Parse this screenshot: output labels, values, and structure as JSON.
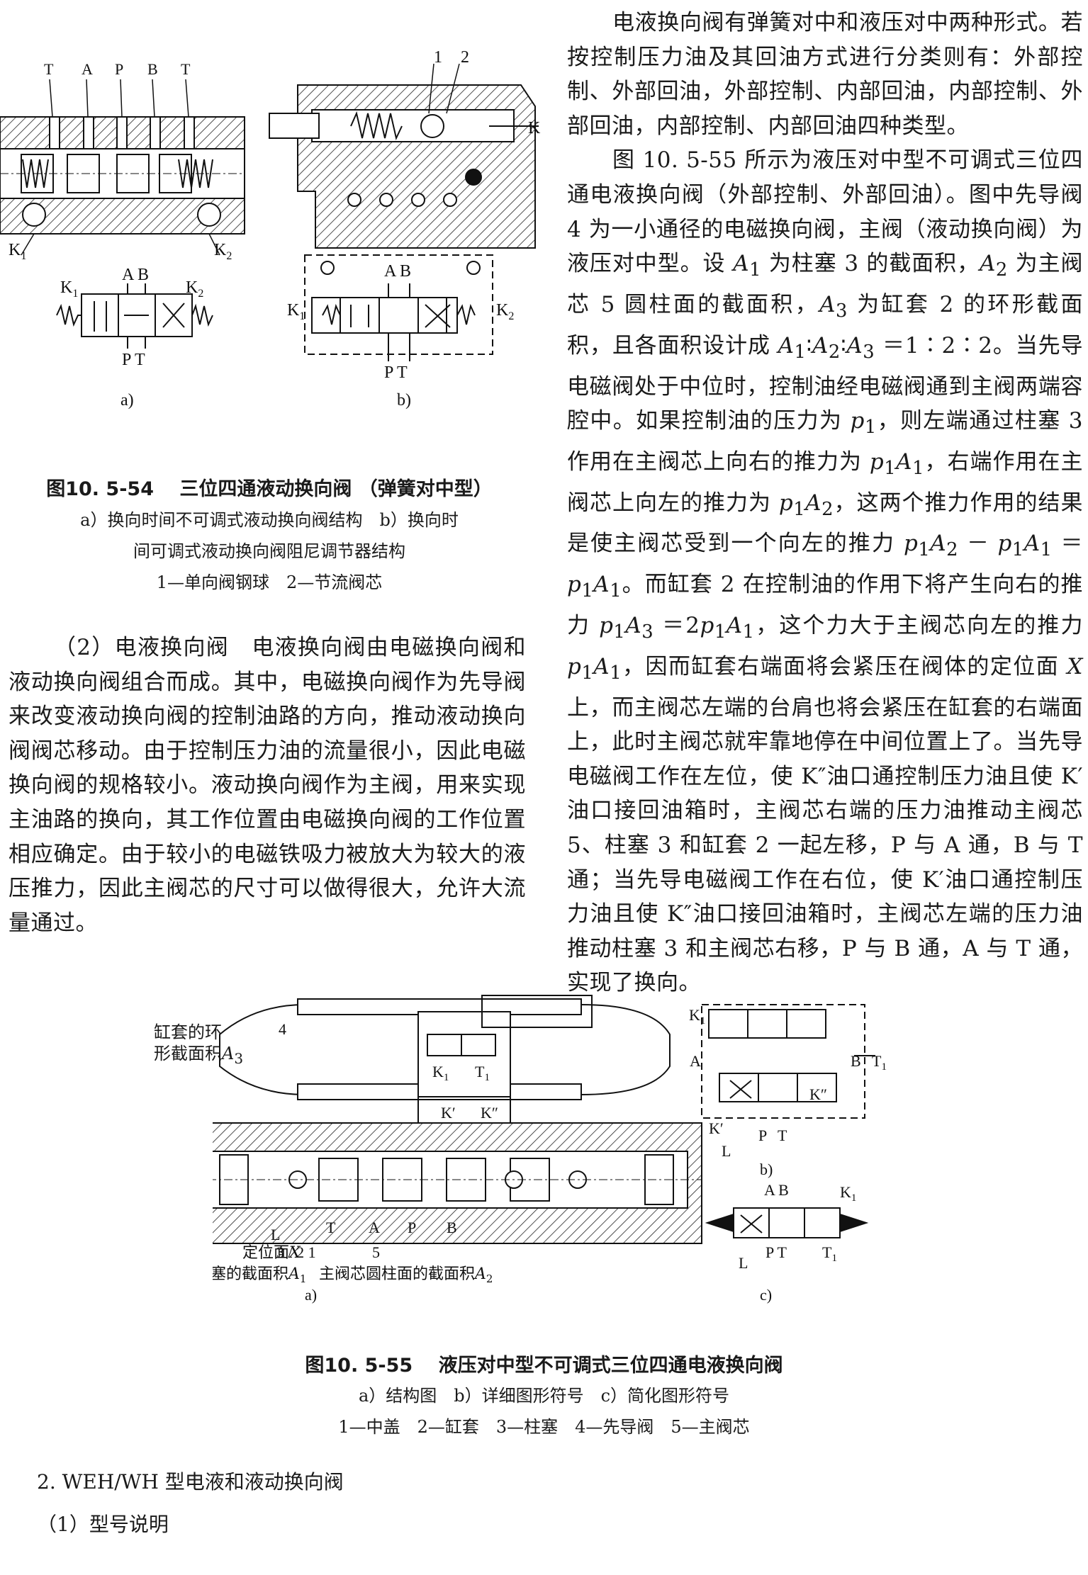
{
  "fig54": {
    "letters_top": [
      "T",
      "A",
      "P",
      "B",
      "T"
    ],
    "k1": "K",
    "k1_sub": "1",
    "k2": "K",
    "k2_sub": "2",
    "sym_ab": "A B",
    "sym_pt": "P T",
    "num1": "1",
    "num2": "2",
    "k_port": "K",
    "sub_a": "a)",
    "sub_b": "b)",
    "caption_title": "图10. 5-54　 三位四通液动换向阀 （弹簧对中型）",
    "caption_lines": [
      "a）换向时间不可调式液动换向阀结构　b）换向时",
      "间可调式液动换向阀阻尼调节器结构",
      "1—单向阀钢球　2—节流阀芯"
    ]
  },
  "right_column_html": [
    "电液换向阀有弹簧对中和液压对中两种形式。若按控制压力油及其回油方式进行分类则有：外部控制、外部回油，外部控制、内部回油，内部控制、外部回油，内部控制、内部回油四种类型。",
    "图 10. 5-55 所示为液压对中型不可调式三位四通电液换向阀（外部控制、外部回油）。图中先导阀 4 为一小通径的电磁换向阀，主阀（液动换向阀）为液压对中型。设 <i>A</i><sub>1</sub> 为柱塞 3 的截面积，<i>A</i><sub>2</sub> 为主阀芯 5 圆柱面的截面积，<i>A</i><sub>3</sub> 为缸套 2 的环形截面积，且各面积设计成 <i>A</i><sub>1</sub>∶<i>A</i><sub>2</sub>∶<i>A</i><sub>3</sub> ＝1∶2∶2。当先导电磁阀处于中位时，控制油经电磁阀通到主阀两端容腔中。如果控制油的压力为 <i>p</i><sub>1</sub>，则左端通过柱塞 3 作用在主阀芯上向右的推力为 <i>p</i><sub>1</sub><i>A</i><sub>1</sub>，右端作用在主阀芯上向左的推力为 <i>p</i><sub>1</sub><i>A</i><sub>2</sub>，这两个推力作用的结果是使主阀芯受到一个向左的推力 <i>p</i><sub>1</sub><i>A</i><sub>2</sub> － <i>p</i><sub>1</sub><i>A</i><sub>1</sub> ＝ <i>p</i><sub>1</sub><i>A</i><sub>1</sub>。而缸套 2 在控制油的作用下将产生向右的推力 <i>p</i><sub>1</sub><i>A</i><sub>3</sub> ＝2<i>p</i><sub>1</sub><i>A</i><sub>1</sub>，这个力大于主阀芯向左的推力 <i>p</i><sub>1</sub><i>A</i><sub>1</sub>，因而缸套右端面将会紧压在阀体的定位面 <i>X</i> 上，而主阀芯左端的台肩也将会紧压在缸套的右端面上，此时主阀芯就牢靠地停在中间位置上了。当先导电磁阀工作在左位，使 K″油口通控制压力油且使 K′油口接回油箱时，主阀芯右端的压力油推动主阀芯 5、柱塞 3 和缸套 2 一起左移，P 与 A 通，B 与 T 通；当先导电磁阀工作在右位，使 K′油口通控制压力油且使 K″油口接回油箱时，主阀芯左端的压力油推动柱塞 3 和主阀芯右移，P 与 B 通，A 与 T 通，实现了换向。"
  ],
  "left_paragraph": "（2）电液换向阀　电液换向阀由电磁换向阀和液动换向阀组合而成。其中，电磁换向阀作为先导阀来改变液动换向阀的控制油路的方向，推动液动换向阀阀芯移动。由于控制压力油的流量很小，因此电磁换向阀的规格较小。液动换向阀作为主阀，用来实现主油路的换向，其工作位置由电磁换向阀的工作位置相应确定。由于较小的电磁铁吸力被放大为较大的液压推力，因此主阀芯的尺寸可以做得很大，允许大流量通过。",
  "fig55": {
    "label_4": "4",
    "label_annulus_1": "缸套的环",
    "label_annulus_2": "形截面积",
    "label_a3": "A",
    "label_a3_sub": "3",
    "pilot_k1": "K",
    "pilot_k1_sub": "1",
    "pilot_t1": "T",
    "pilot_t1_sub": "1",
    "k_prime": "K′",
    "k_dprime": "K″",
    "ports_main": [
      "T",
      "A",
      "P",
      "B"
    ],
    "nums_bottom": "3 / 2  1",
    "label_L": "L",
    "label_datum": "定位面",
    "label_x": "X",
    "label_plunger": "柱塞的截面积",
    "label_a1": "A",
    "label_a1_sub": "1",
    "label_5": "5",
    "label_spool": "主阀芯圆柱面的截面积",
    "label_a2": "A",
    "label_a2_sub": "2",
    "sub_a": "a)",
    "sub_b": "b)",
    "sub_c": "c)",
    "b_k1": "K",
    "b_k1_sub": "1",
    "b_A": "A",
    "b_B": "B",
    "b_t1": "T",
    "b_t1_sub": "1",
    "b_kp": "K′",
    "b_kdp": "K″",
    "b_L": "L",
    "b_P": "P",
    "b_T": "T",
    "c_ab": "A B",
    "c_k1": "K",
    "c_k1_sub": "1",
    "c_L": "L",
    "c_pt": "P T",
    "c_t1": "T",
    "c_t1_sub": "1",
    "caption_title": "图10. 5-55　 液压对中型不可调式三位四通电液换向阀",
    "caption_lines": [
      "a）结构图　b）详细图形符号　c）简化图形符号",
      "1—中盖　2—缸套　3—柱塞　4—先导阀　5—主阀芯"
    ]
  },
  "heading_2": "2.  WEH/WH 型电液和液动换向阀",
  "heading_2_1": "（1）型号说明"
}
